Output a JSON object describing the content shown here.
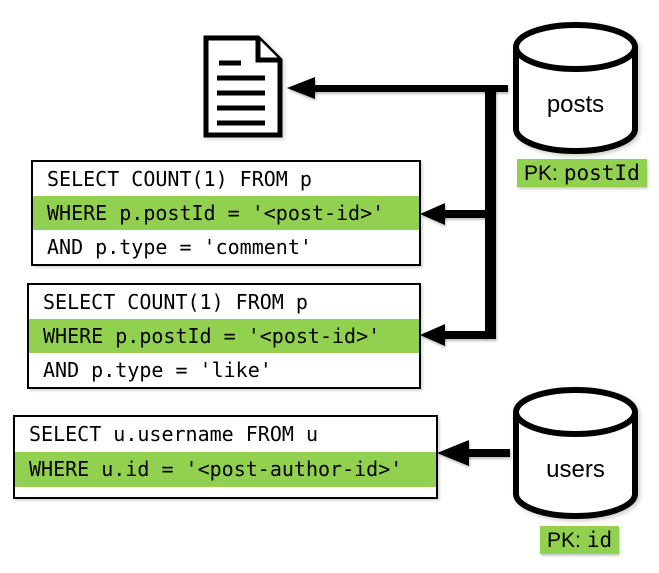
{
  "colors": {
    "highlight": "#92D050",
    "line": "#000000",
    "background": "#ffffff"
  },
  "document": {
    "icon": "document-icon"
  },
  "databases": [
    {
      "name": "posts",
      "pk_prefix": "PK:",
      "pk_field": "postId"
    },
    {
      "name": "users",
      "pk_prefix": "PK:",
      "pk_field": "id"
    }
  ],
  "queries": [
    {
      "lines": [
        {
          "text": "SELECT COUNT(1) FROM p",
          "highlighted": false
        },
        {
          "text": "WHERE p.postId = '<post-id>'",
          "highlighted": true
        },
        {
          "text": "AND p.type = 'comment'",
          "highlighted": false
        }
      ]
    },
    {
      "lines": [
        {
          "text": "SELECT COUNT(1) FROM p",
          "highlighted": false
        },
        {
          "text": "WHERE p.postId = '<post-id>'",
          "highlighted": true
        },
        {
          "text": "AND p.type = 'like'",
          "highlighted": false
        }
      ]
    },
    {
      "lines": [
        {
          "text": "SELECT u.username FROM u",
          "highlighted": false
        },
        {
          "text": "WHERE u.id = '<post-author-id>'",
          "highlighted": true
        }
      ]
    }
  ],
  "arrows": [
    {
      "name": "posts-to-document"
    },
    {
      "name": "posts-to-comment-count-query"
    },
    {
      "name": "posts-to-like-count-query"
    },
    {
      "name": "users-to-username-query"
    }
  ]
}
